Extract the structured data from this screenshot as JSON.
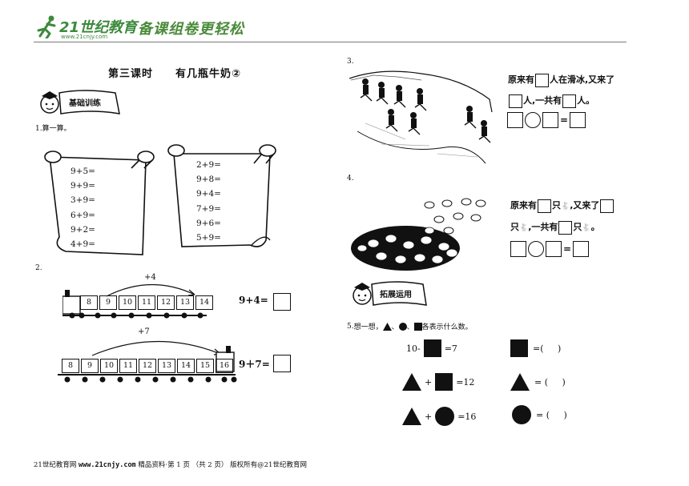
{
  "header": {
    "brand": "21世纪教育",
    "brand_sub": "www.21cnjy.com",
    "slogan": "备课组卷更轻松"
  },
  "title": {
    "lesson": "第三课时",
    "topic": "有几瓶牛奶②"
  },
  "section_basic": "基础训练",
  "section_extend": "拓展运用",
  "q1": {
    "number": "1.",
    "prompt": "算一算。",
    "left_list": [
      "9+5=",
      "9+9=",
      "3+9=",
      "6+9=",
      "9+2=",
      "4+9="
    ],
    "right_list": [
      "2+9=",
      "9+8=",
      "9+4=",
      "7+9=",
      "9+6=",
      "5+9="
    ]
  },
  "q2": {
    "number": "2.",
    "train1": {
      "cars": [
        "8",
        "9",
        "10",
        "11",
        "12",
        "13",
        "14"
      ],
      "arc_label": "+4",
      "equation": "9+4="
    },
    "train2": {
      "cars": [
        "8",
        "9",
        "10",
        "11",
        "12",
        "13",
        "14",
        "15",
        "16"
      ],
      "arc_label": "+7",
      "equation": "9＋7="
    }
  },
  "q3": {
    "number": "3.",
    "line1": [
      "原来有",
      "人在滑冰,又来了"
    ],
    "line2": [
      "人,一共有",
      "人。"
    ]
  },
  "q4": {
    "number": "4.",
    "line1": [
      "原来有",
      "只",
      ",又来了"
    ],
    "line2": [
      "只",
      ",一共有",
      "只"
    ]
  },
  "q5": {
    "number": "5.",
    "prompt_a": "想一想，",
    "prompt_b": "、",
    "prompt_c": "、",
    "prompt_d": "各表示什么数。",
    "eq1_left": "10-",
    "eq1_right": "=7",
    "eq2_op": "+",
    "eq2_right": "=12",
    "eq3_op": "+",
    "eq3_right": "=16",
    "ans1": "=(     )",
    "ans2": "= (     )",
    "ans3": "= (     )"
  },
  "footer": {
    "site_cn": "21世纪教育网",
    "site_url": "www.21cnjy.com",
    "page_text": "精品资料·第 1 页 （共 2 页） 版权所有@21世纪教育网"
  }
}
